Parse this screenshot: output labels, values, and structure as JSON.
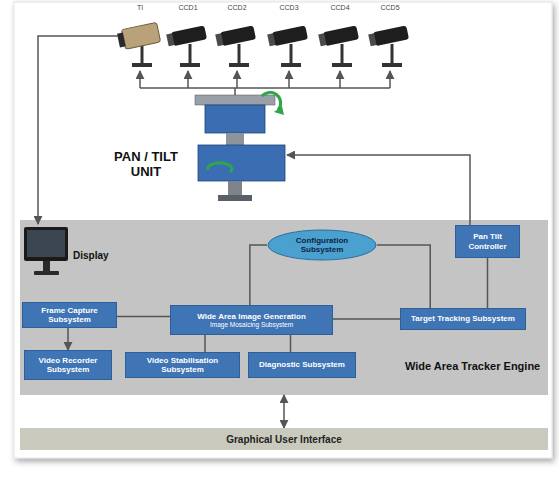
{
  "diagram": {
    "nodes": [
      {
        "text": [
          "Wide Area Tracker Engine"
        ]
      },
      {
        "text": [
          "Configuration Subsystem"
        ],
        "in": 0
      },
      {
        "text": [
          "Pan Tilt Controller"
        ],
        "in": 0
      },
      {
        "text": [
          "Frame Capture Subsystem"
        ],
        "in": 0
      },
      {
        "text": [
          "Wide Area Image Generation",
          "Image Mosaicing Subsystem"
        ],
        "in": 0
      },
      {
        "text": [
          "Target Tracking Subsystem"
        ],
        "in": 0
      },
      {
        "text": [
          "Video Recorder Subsystem"
        ],
        "in": 0
      },
      {
        "text": [
          "Video Stabilisation Subsystem"
        ],
        "in": 0
      },
      {
        "text": [
          "Diagnostic Subsystem"
        ],
        "in": 0
      },
      {
        "text": [
          "Graphical User Interface"
        ]
      }
    ],
    "edges": [
      {
        "from": 3,
        "to": 4,
        "arrow": "none"
      },
      {
        "from": 4,
        "to": 5,
        "arrow": "none"
      },
      {
        "from": 4,
        "to": 1,
        "arrow": "none"
      },
      {
        "from": 1,
        "to": 5,
        "arrow": "none"
      },
      {
        "from": 5,
        "to": 2,
        "arrow": "none"
      },
      {
        "from": 3,
        "to": 6,
        "arrow": "to"
      },
      {
        "from": 4,
        "to": 7,
        "arrow": "none"
      },
      {
        "from": 4,
        "to": 8,
        "arrow": "none"
      },
      {
        "from": 0,
        "to": 9,
        "arrow": "both"
      }
    ],
    "labels": [
      "TI",
      "CCD1",
      "CCD2",
      "CCD3",
      "CCD4",
      "CCD5",
      "PAN / TILT UNIT",
      "Display"
    ]
  }
}
